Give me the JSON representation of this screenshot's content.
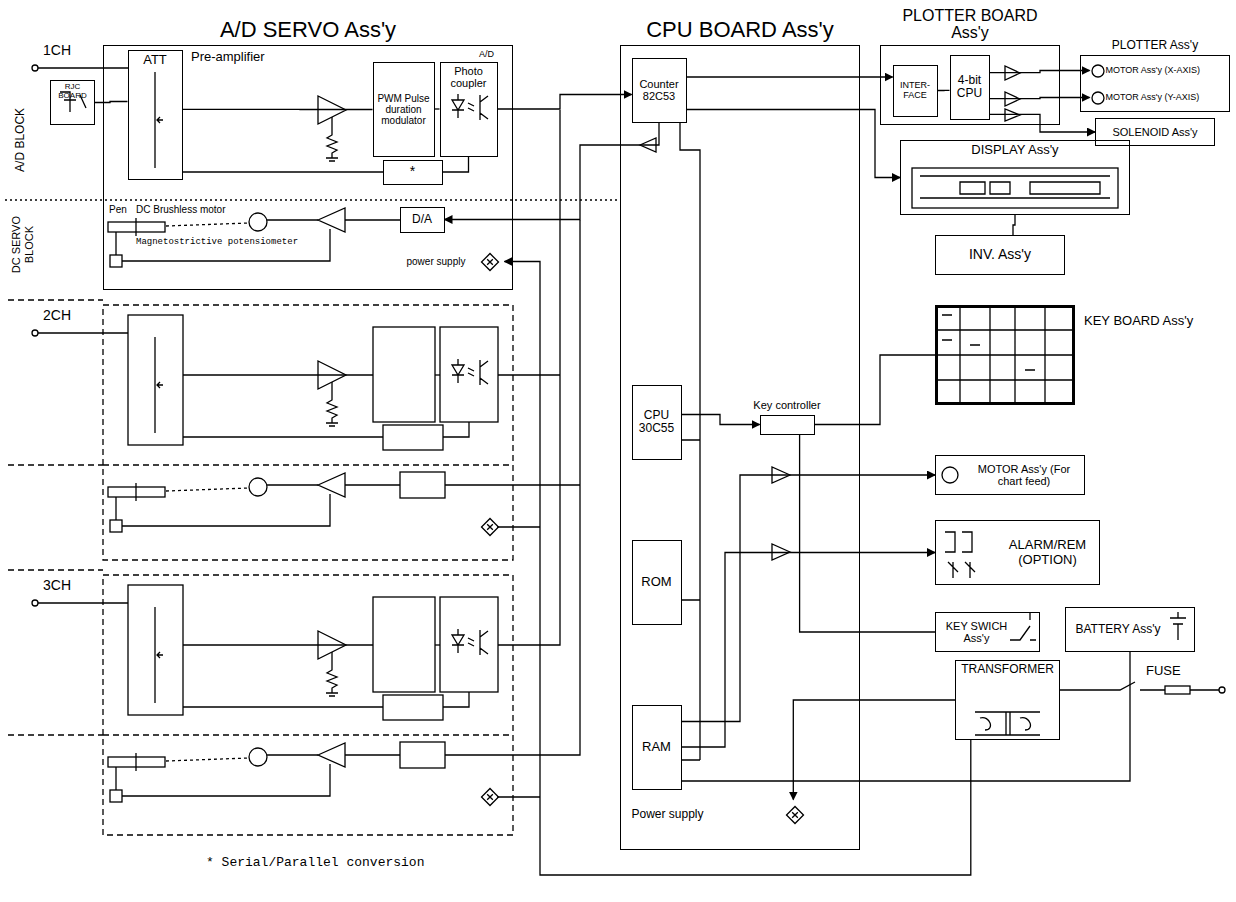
{
  "diagram": {
    "nodes": [
      {
        "text": [
          "A/D SERVO Ass'y"
        ]
      },
      {
        "text": [
          "ATT"
        ],
        "in": 0
      },
      {
        "text": [
          "PWM Pulse duration modulator"
        ],
        "in": 0
      },
      {
        "text": [
          "Photo coupler"
        ],
        "in": 0
      },
      {
        "text": [
          "*"
        ],
        "in": 0
      },
      {
        "text": [
          "D/A"
        ],
        "in": 0
      },
      {
        "text": [
          "power supply"
        ],
        "in": 0
      },
      {
        "text": [
          "RJC BOARD"
        ]
      },
      {
        "text": [
          "CPU BOARD Ass'y"
        ]
      },
      {
        "text": [
          "Counter 82C53"
        ],
        "in": 8
      },
      {
        "text": [
          "CPU 30C55"
        ],
        "in": 8
      },
      {
        "text": [
          "ROM"
        ],
        "in": 8
      },
      {
        "text": [
          "RAM"
        ],
        "in": 8
      },
      {
        "text": [
          "Key controller"
        ],
        "in": 8
      },
      {
        "text": [
          "Power supply"
        ],
        "in": 8
      },
      {
        "text": [
          "PLOTTER BOARD Ass'y"
        ]
      },
      {
        "text": [
          "INTER-FACE"
        ],
        "in": 15
      },
      {
        "text": [
          "4-bit CPU"
        ],
        "in": 15
      },
      {
        "text": [
          "PLOTTER Ass'y"
        ]
      },
      {
        "text": [
          "MOTOR Ass'y (X-AXIS)"
        ],
        "in": 18
      },
      {
        "text": [
          "MOTOR Ass'y (Y-AXIS)"
        ],
        "in": 18
      },
      {
        "text": [
          "SOLENOID Ass'y"
        ]
      },
      {
        "text": [
          "DISPLAY Ass'y"
        ]
      },
      {
        "text": [
          "INV. Ass'y"
        ]
      },
      {
        "text": [
          "KEY BOARD Ass'y"
        ]
      },
      {
        "text": [
          "MOTOR Ass'y (For chart feed)"
        ]
      },
      {
        "text": [
          "ALARM/REM (OPTION)"
        ]
      },
      {
        "text": [
          "KEY SWICH Ass'y"
        ]
      },
      {
        "text": [
          "BATTERY Ass'y"
        ]
      },
      {
        "text": [
          "TRANSFORMER"
        ]
      }
    ],
    "edges": [
      {
        "from": 3,
        "to": 9,
        "arrow": "to"
      },
      {
        "from": 1,
        "to": 2,
        "arrow": "none"
      },
      {
        "from": 2,
        "to": 3,
        "arrow": "none"
      },
      {
        "from": 4,
        "to": 3,
        "arrow": "none"
      },
      {
        "from": 9,
        "to": 5,
        "arrow": "to"
      },
      {
        "from": 9,
        "to": 16,
        "arrow": "to"
      },
      {
        "from": 16,
        "to": 17,
        "arrow": "none"
      },
      {
        "from": 17,
        "to": 19,
        "arrow": "to"
      },
      {
        "from": 17,
        "to": 20,
        "arrow": "to"
      },
      {
        "from": 17,
        "to": 21,
        "arrow": "to"
      },
      {
        "from": 9,
        "to": 22,
        "arrow": "to"
      },
      {
        "from": 22,
        "to": 23,
        "arrow": "none"
      },
      {
        "from": 13,
        "to": 24,
        "arrow": "none"
      },
      {
        "from": 12,
        "to": 25,
        "arrow": "to"
      },
      {
        "from": 12,
        "to": 26,
        "arrow": "to"
      },
      {
        "from": 13,
        "to": 27,
        "arrow": "none"
      },
      {
        "from": 28,
        "to": 12,
        "arrow": "none"
      },
      {
        "from": 29,
        "to": 14,
        "arrow": "to"
      },
      {
        "from": 29,
        "to": 6,
        "arrow": "to"
      },
      {
        "from": 10,
        "to": 13,
        "arrow": "to"
      },
      {
        "from": 7,
        "to": 1,
        "arrow": "none"
      }
    ],
    "labels": [
      "1CH",
      "2CH",
      "3CH",
      "A/D BLOCK",
      "DC SERVO BLOCK",
      "Pre-amplifier",
      "A/D",
      "Pen",
      "DC Brushless motor",
      "Magnetostrictive potensiometer",
      "FUSE",
      "* Serial/Parallel conversion"
    ]
  }
}
